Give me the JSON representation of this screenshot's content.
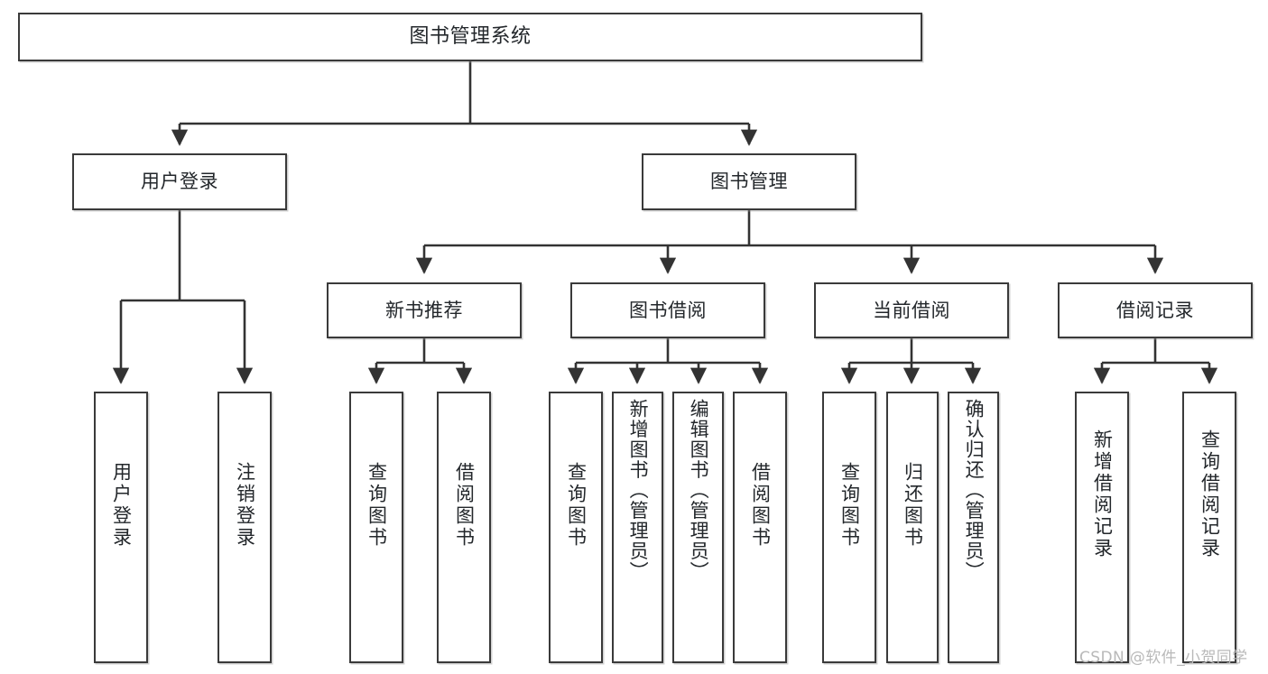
{
  "diagram": {
    "title": "图书管理系统",
    "type": "tree-hierarchy-diagram",
    "watermark": "CSDN @软件_小贺同学",
    "colors": {
      "node_border": "#3a3a3a",
      "node_fill": "#ffffff",
      "edge": "#333333",
      "text": "#23272b",
      "watermark": "#b9b9b9",
      "background": "#ffffff"
    },
    "nodes": {
      "root": {
        "label": "图书管理系统"
      },
      "level2": [
        {
          "label": "用户登录"
        },
        {
          "label": "图书管理"
        }
      ],
      "level3": [
        {
          "label": "新书推荐"
        },
        {
          "label": "图书借阅"
        },
        {
          "label": "当前借阅"
        },
        {
          "label": "借阅记录"
        }
      ],
      "leaves_user_login": [
        {
          "label": "用户登录"
        },
        {
          "label": "注销登录"
        }
      ],
      "leaves_new_books": [
        {
          "label": "查询图书"
        },
        {
          "label": "借阅图书"
        }
      ],
      "leaves_borrow": [
        {
          "label": "查询图书"
        },
        {
          "label": "新增图书（管理员）"
        },
        {
          "label": "编辑图书（管理员）"
        },
        {
          "label": "借阅图书"
        }
      ],
      "leaves_current": [
        {
          "label": "查询图书"
        },
        {
          "label": "归还图书"
        },
        {
          "label": "确认归还（管理员）"
        }
      ],
      "leaves_records": [
        {
          "label": "新增借阅记录"
        },
        {
          "label": "查询借阅记录"
        }
      ]
    }
  }
}
